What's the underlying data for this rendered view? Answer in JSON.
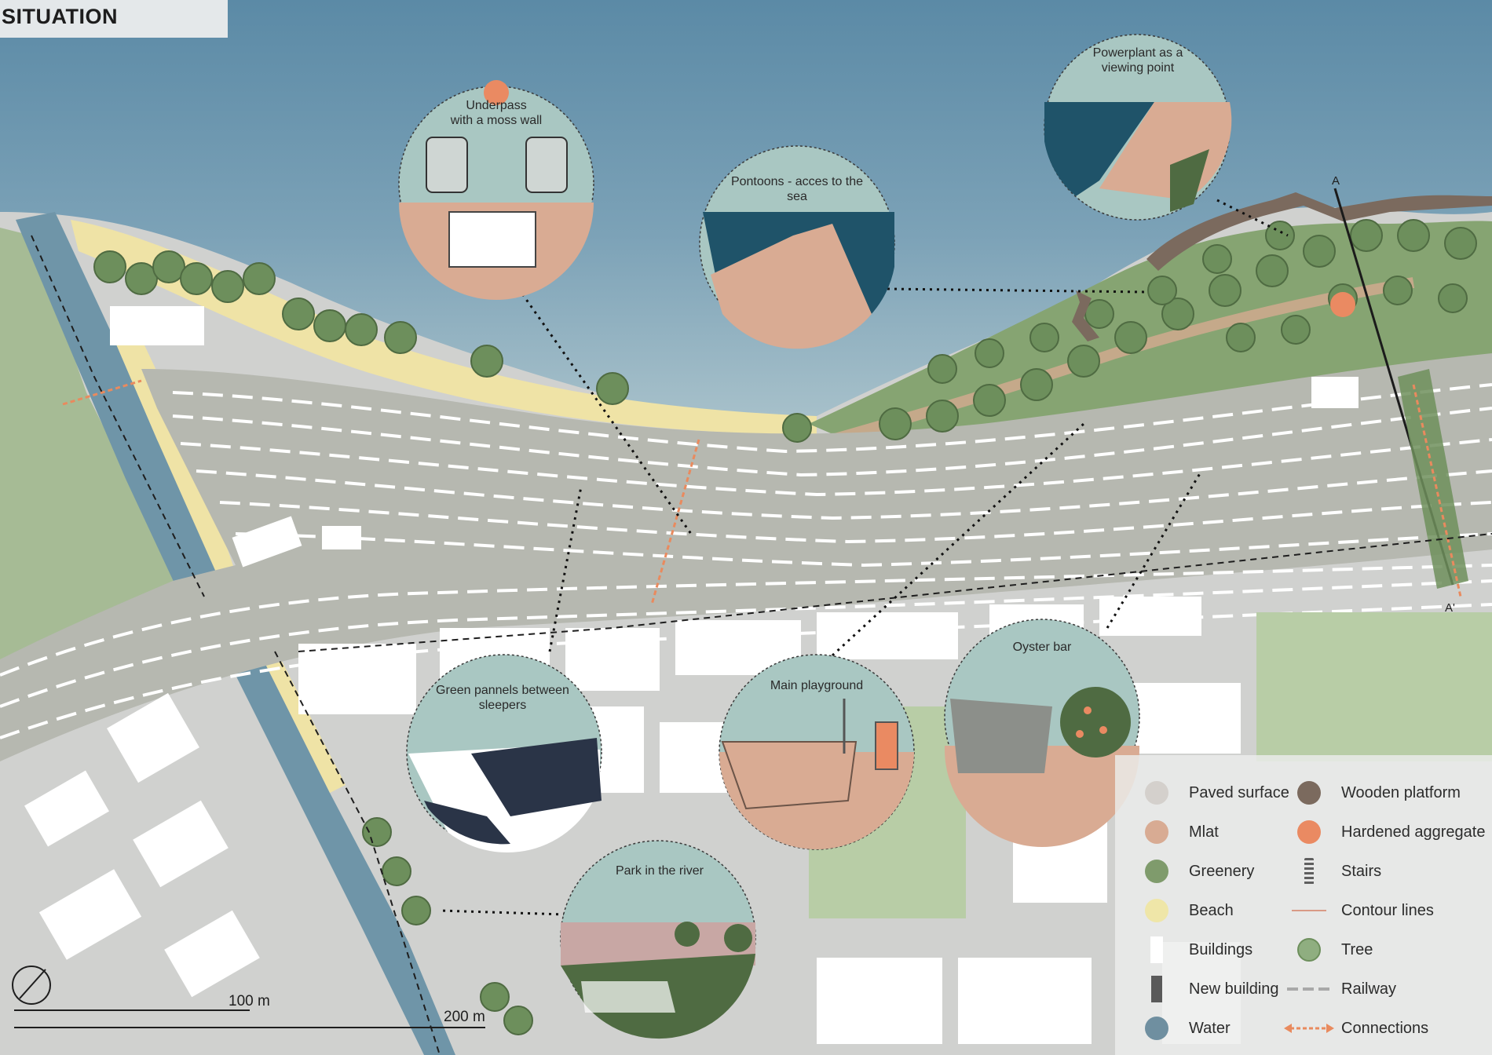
{
  "title": "SITUATION",
  "colors": {
    "water": "#6f95a8",
    "sea": "#7ea3b8",
    "greenery": "#7f9b6c",
    "beach": "#efe3a6",
    "mlat": "#d9ab93",
    "paved": "#d4d2d0",
    "rail_bed": "#b9bbb3",
    "building": "#ffffff",
    "connection": "#e98a5e",
    "wooden_platform": "#7b6a5e",
    "hardened_aggregate": "#ea8a62"
  },
  "callouts": [
    {
      "id": "underpass",
      "label": "Underpass\nwith a moss wall"
    },
    {
      "id": "pontoons",
      "label": "Pontoons - acces to the\nsea"
    },
    {
      "id": "powerplant",
      "label": "Powerplant as a\nviewing point"
    },
    {
      "id": "green_panels",
      "label": "Green pannels between\nsleepers"
    },
    {
      "id": "playground",
      "label": "Main playground"
    },
    {
      "id": "oyster",
      "label": "Oyster bar"
    },
    {
      "id": "park",
      "label": "Park in the river"
    }
  ],
  "section_markers": {
    "start": "A",
    "end": "A'"
  },
  "legend": [
    {
      "label": "Paved surface",
      "symbol": "circle",
      "color": "#d4d0cc"
    },
    {
      "label": "Mlat",
      "symbol": "circle",
      "color": "#d8ab93"
    },
    {
      "label": "Greenery",
      "symbol": "circle",
      "color": "#7f9b6c"
    },
    {
      "label": "Beach",
      "symbol": "circle",
      "color": "#efe6a8"
    },
    {
      "label": "Buildings",
      "symbol": "rect",
      "color": "#ffffff"
    },
    {
      "label": "New building",
      "symbol": "bar",
      "color": "#5a5a5a"
    },
    {
      "label": "Water",
      "symbol": "circle",
      "color": "#6f8fa0"
    },
    {
      "label": "Wooden platform",
      "symbol": "circle",
      "color": "#7b6a5e"
    },
    {
      "label": "Hardened aggregate",
      "symbol": "circle",
      "color": "#ea8a62"
    },
    {
      "label": "Stairs",
      "symbol": "stairs",
      "color": "#6a6a6a"
    },
    {
      "label": "Contour lines",
      "symbol": "line",
      "color": "#d99a86"
    },
    {
      "label": "Tree",
      "symbol": "tree",
      "color": "#8fae80"
    },
    {
      "label": "Railway",
      "symbol": "rail",
      "color": "#a9a9a9"
    },
    {
      "label": "Connections",
      "symbol": "arrow",
      "color": "#e98a5e"
    }
  ],
  "scale_bar": {
    "labels": [
      "100 m",
      "200 m"
    ]
  }
}
